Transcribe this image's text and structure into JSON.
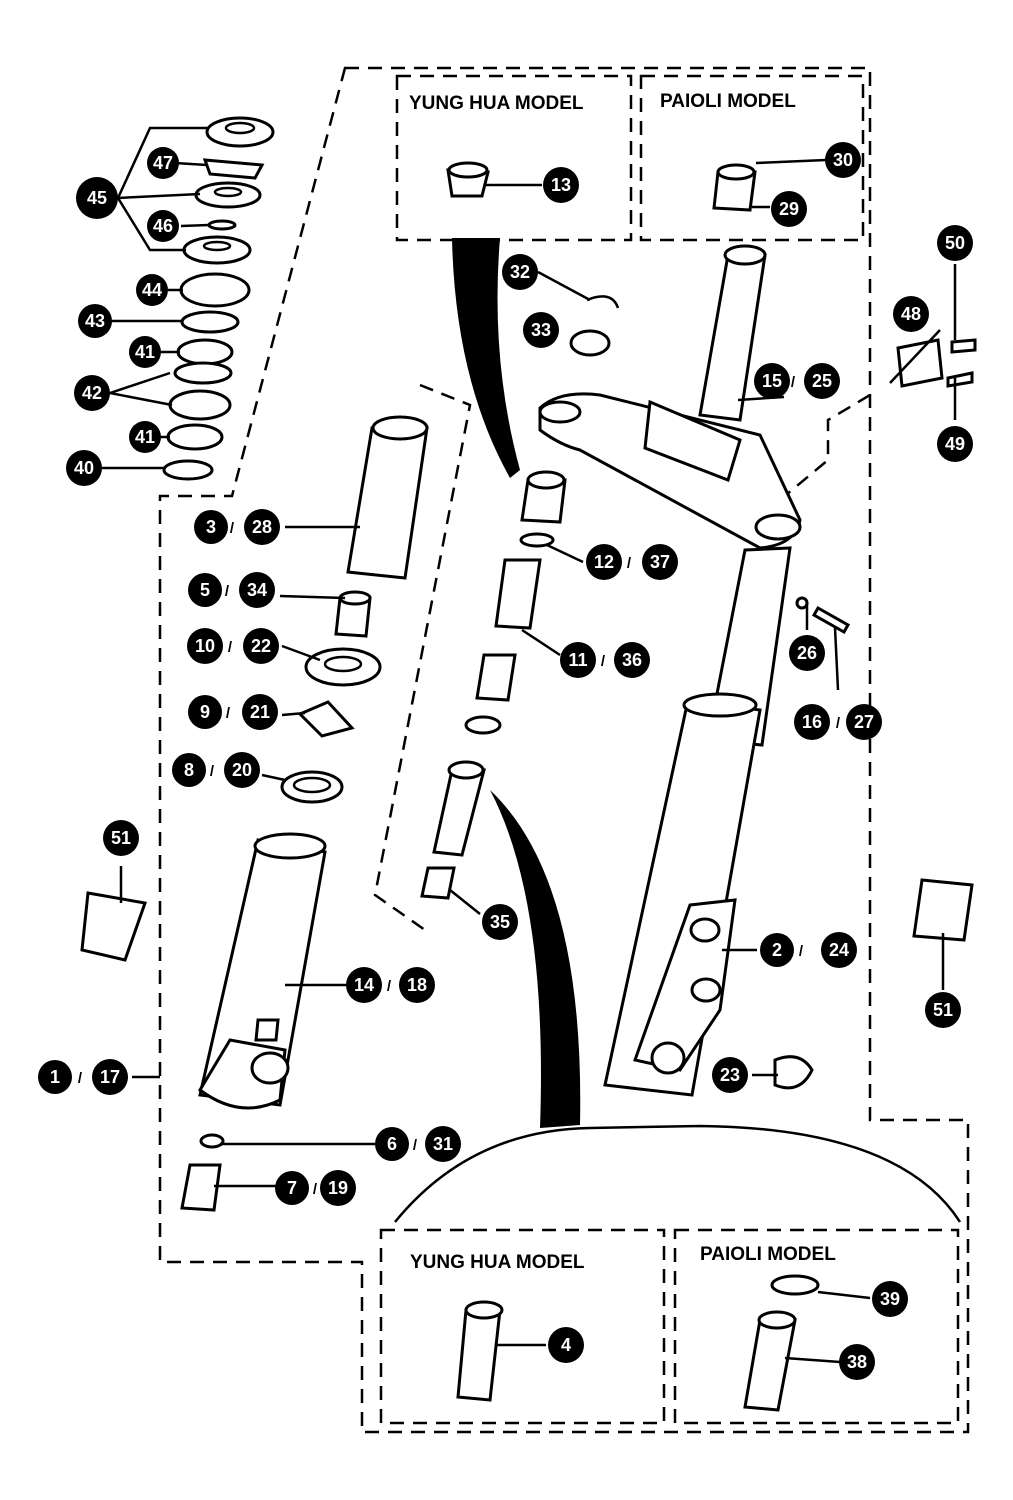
{
  "boxes": {
    "top_left_title": "YUNG HUA MODEL",
    "top_right_title": "PAIOLI MODEL",
    "bottom_left_title": "YUNG HUA MODEL",
    "bottom_right_title": "PAIOLI MODEL"
  },
  "callouts": [
    {
      "num": "45"
    },
    {
      "num": "47"
    },
    {
      "num": "46"
    },
    {
      "num": "44"
    },
    {
      "num": "43"
    },
    {
      "num": "41"
    },
    {
      "num": "42"
    },
    {
      "num": "41"
    },
    {
      "num": "40"
    },
    {
      "num": "13"
    },
    {
      "num": "30"
    },
    {
      "num": "29"
    },
    {
      "num": "32"
    },
    {
      "num": "33"
    },
    {
      "num": "15"
    },
    {
      "num": "25"
    },
    {
      "num": "50"
    },
    {
      "num": "48"
    },
    {
      "num": "49"
    },
    {
      "num": "3"
    },
    {
      "num": "28"
    },
    {
      "num": "5"
    },
    {
      "num": "34"
    },
    {
      "num": "10"
    },
    {
      "num": "22"
    },
    {
      "num": "9"
    },
    {
      "num": "21"
    },
    {
      "num": "8"
    },
    {
      "num": "20"
    },
    {
      "num": "12"
    },
    {
      "num": "37"
    },
    {
      "num": "11"
    },
    {
      "num": "36"
    },
    {
      "num": "26"
    },
    {
      "num": "16"
    },
    {
      "num": "27"
    },
    {
      "num": "35"
    },
    {
      "num": "2"
    },
    {
      "num": "24"
    },
    {
      "num": "51"
    },
    {
      "num": "51"
    },
    {
      "num": "14"
    },
    {
      "num": "18"
    },
    {
      "num": "1"
    },
    {
      "num": "17"
    },
    {
      "num": "23"
    },
    {
      "num": "6"
    },
    {
      "num": "31"
    },
    {
      "num": "7"
    },
    {
      "num": "19"
    },
    {
      "num": "4"
    },
    {
      "num": "39"
    },
    {
      "num": "38"
    }
  ],
  "separator": "/"
}
